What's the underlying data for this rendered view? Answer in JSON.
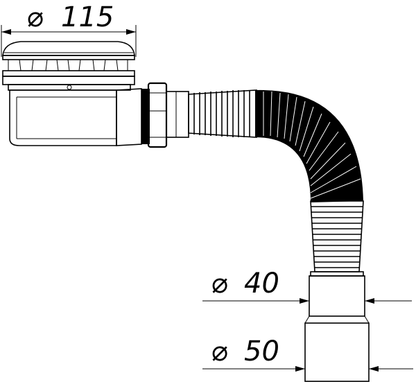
{
  "dimensions": {
    "top_diameter": "115",
    "hose_diameter": "40",
    "outlet_diameter": "50"
  },
  "symbols": {
    "diameter": "⌀"
  },
  "colors": {
    "line": "#000000",
    "background": "#ffffff",
    "hose_fill": "#000000"
  }
}
